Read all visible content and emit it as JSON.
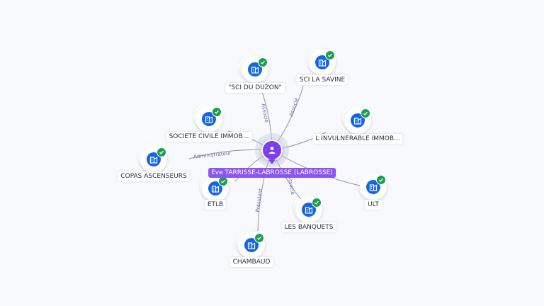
{
  "center": {
    "name": "Eve TARRISSE-LABROSSE (LABROSSE)",
    "icon": "person-icon",
    "color": "#7b3ff2"
  },
  "companies": [
    {
      "id": "sci-du-duzon",
      "name": "\"SCI DU DUZON\"",
      "relation": "Associé",
      "icon": "building-icon",
      "verified": true
    },
    {
      "id": "sci-la-savine",
      "name": "SCI LA SAVINE",
      "relation": "Associé",
      "icon": "building-icon",
      "verified": true
    },
    {
      "id": "societe-civile-immob",
      "name": "SOCIETE CIVILE IMMOB...",
      "relation": "",
      "icon": "building-icon",
      "verified": true
    },
    {
      "id": "l-invulnerable-immob",
      "name": "L INVULNERABLE IMMOB...",
      "relation": "",
      "icon": "building-icon",
      "verified": true
    },
    {
      "id": "copas-ascenseurs",
      "name": "COPAS ASCENSEURS",
      "relation": "Administrateur",
      "icon": "building-icon",
      "verified": true
    },
    {
      "id": "etlb",
      "name": "ETLB",
      "relation": "",
      "icon": "building-icon",
      "verified": true
    },
    {
      "id": "ult",
      "name": "ULT",
      "relation": "",
      "icon": "building-icon",
      "verified": true
    },
    {
      "id": "les-banquets",
      "name": "LES BANQUETS",
      "relation": "Associé",
      "icon": "building-icon",
      "verified": true
    },
    {
      "id": "chambaud",
      "name": "CHAMBAUD",
      "relation": "Président",
      "icon": "building-icon",
      "verified": true
    }
  ],
  "colors": {
    "company_icon": "#1464e6",
    "verified_badge": "#1e9e4f",
    "edge": "#8f93a8",
    "edge_label": "#6a6fb0"
  }
}
